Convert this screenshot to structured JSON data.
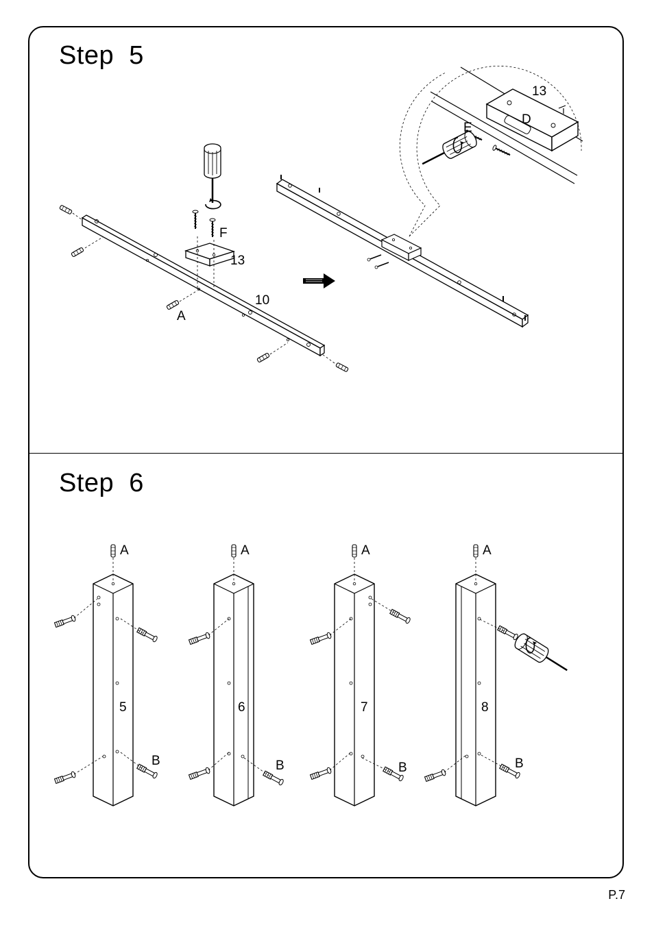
{
  "step5": {
    "title": "Step  5",
    "labels": {
      "part10": "10",
      "part13_left": "13",
      "part13_right": "13",
      "dowel_a": "A",
      "screw_f": "F",
      "cam_d": "D",
      "bolt_e": "E"
    }
  },
  "step6": {
    "title": "Step  6",
    "posts": [
      {
        "number": "5",
        "dowel": "A",
        "bolt": "B"
      },
      {
        "number": "6",
        "dowel": "A",
        "bolt": "B"
      },
      {
        "number": "7",
        "dowel": "A",
        "bolt": "B"
      },
      {
        "number": "8",
        "dowel": "A",
        "bolt": "B"
      }
    ]
  },
  "footer": {
    "page_number": "P.7"
  }
}
